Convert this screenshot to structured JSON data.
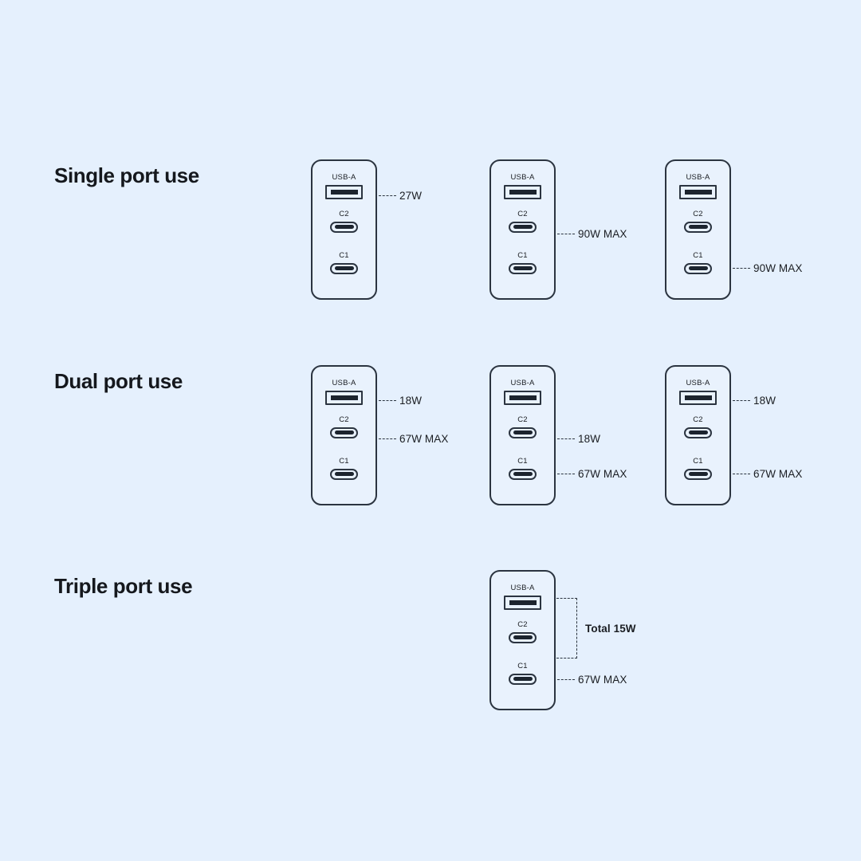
{
  "page": {
    "background_color": "#e5f0fd",
    "line_color": "#2b3440",
    "text_color": "#1a1d22"
  },
  "port_labels": {
    "usb_a": "USB-A",
    "c2": "C2",
    "c1": "C1"
  },
  "sections": [
    {
      "id": "single",
      "heading": "Single port use",
      "devices": [
        {
          "id": "single-1",
          "callouts": [
            {
              "port": "usb-a",
              "text": "27W"
            }
          ]
        },
        {
          "id": "single-2",
          "callouts": [
            {
              "port": "c2",
              "text": "90W MAX"
            }
          ]
        },
        {
          "id": "single-3",
          "callouts": [
            {
              "port": "c1",
              "text": "90W MAX"
            }
          ]
        }
      ]
    },
    {
      "id": "dual",
      "heading": "Dual port use",
      "devices": [
        {
          "id": "dual-1",
          "callouts": [
            {
              "port": "usb-a",
              "text": "18W"
            },
            {
              "port": "c2",
              "text": "67W MAX"
            }
          ]
        },
        {
          "id": "dual-2",
          "callouts": [
            {
              "port": "c2",
              "text": "18W"
            },
            {
              "port": "c1",
              "text": "67W MAX"
            }
          ]
        },
        {
          "id": "dual-3",
          "callouts": [
            {
              "port": "usb-a",
              "text": "18W"
            },
            {
              "port": "c1",
              "text": "67W MAX"
            }
          ]
        }
      ]
    },
    {
      "id": "triple",
      "heading": "Triple port use",
      "devices": [
        {
          "id": "triple-1",
          "bracket_callout": {
            "ports": [
              "usb-a",
              "c2"
            ],
            "text": "Total 15W"
          },
          "callouts": [
            {
              "port": "c1",
              "text": "67W MAX"
            }
          ]
        }
      ]
    }
  ]
}
